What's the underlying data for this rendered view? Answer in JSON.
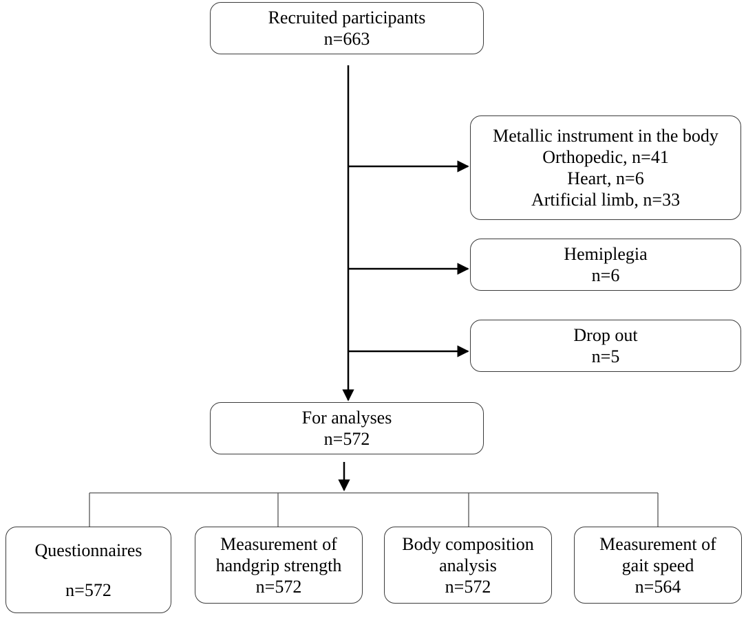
{
  "recruited": {
    "title": "Recruited participants",
    "n": "n=663"
  },
  "exclusions": [
    {
      "title": "Metallic instrument in the body",
      "details": [
        "Orthopedic, n=41",
        "Heart, n=6",
        "Artificial limb, n=33"
      ]
    },
    {
      "title": "Hemiplegia",
      "details": [
        "n=6"
      ]
    },
    {
      "title": "Drop out",
      "details": [
        "n=5"
      ]
    }
  ],
  "analyses": {
    "title": "For analyses",
    "n": "n=572"
  },
  "measures": [
    {
      "lines": [
        "Questionnaires"
      ],
      "n": "n=572"
    },
    {
      "lines": [
        "Measurement of",
        "handgrip strength"
      ],
      "n": "n=572"
    },
    {
      "lines": [
        "Body composition",
        "analysis"
      ],
      "n": "n=572"
    },
    {
      "lines": [
        "Measurement of",
        "gait speed"
      ],
      "n": "n=564"
    }
  ]
}
